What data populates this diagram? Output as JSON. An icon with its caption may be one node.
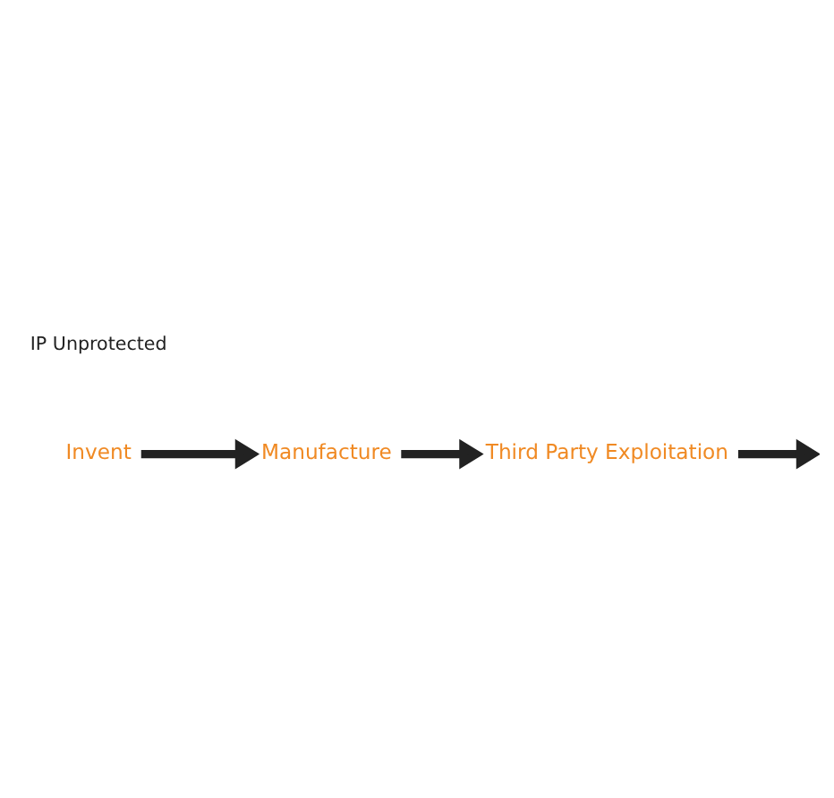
{
  "diagram": {
    "nodes": [
      {
        "text": [
          "Invent"
        ]
      },
      {
        "text": [
          "Manufacture"
        ]
      },
      {
        "text": [
          "Third Party Exploitation"
        ]
      }
    ],
    "edges": [
      {
        "from": 0,
        "to": 1,
        "arrow": "to"
      },
      {
        "from": 1,
        "to": 2,
        "arrow": "to"
      },
      {
        "from": 2,
        "to": null,
        "arrow": "to"
      }
    ],
    "labels": [
      "IP Unprotected"
    ]
  }
}
